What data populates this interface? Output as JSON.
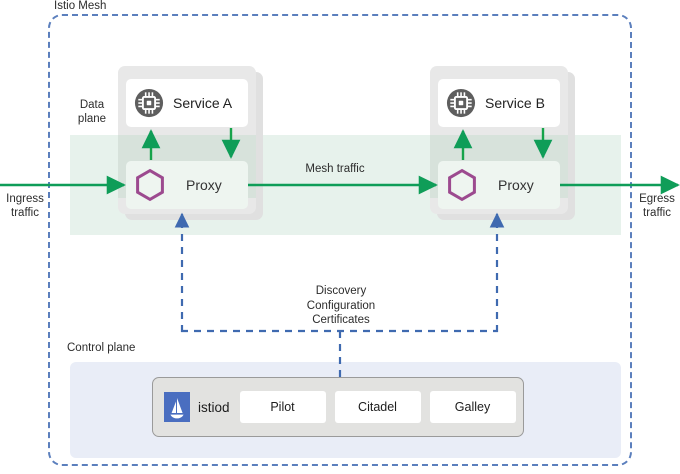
{
  "diagram": {
    "title": "Istio Mesh",
    "mesh_label": "Istio Mesh",
    "data_plane_label": "Data plane",
    "control_plane_label": "Control plane",
    "colors": {
      "mesh_border": "#5b7fbd",
      "data_plane_band": "#e7f2ec",
      "control_plane_band": "#e9edf7",
      "traffic_arrow": "#16a34a",
      "traffic_arrow_dark": "#0f9d58",
      "control_arrow": "#3f6ab0",
      "proxy_hexagon": "#9c4a8f",
      "service_icon_circle": "#5e5e5e",
      "pod_background": "#e8e8e8",
      "istiod_logo": "#4a6ec0"
    }
  },
  "traffic": {
    "ingress_label": "Ingress\ntraffic",
    "ingress_line1": "Ingress",
    "ingress_line2": "traffic",
    "egress_line1": "Egress",
    "egress_line2": "traffic",
    "mesh_traffic_label": "Mesh traffic"
  },
  "control_flow": {
    "line1": "Discovery",
    "line2": "Configuration",
    "line3": "Certificates"
  },
  "pods": [
    {
      "id": "pod-a",
      "service_name": "Service A",
      "proxy_name": "Proxy",
      "service_icon": "microchip-icon",
      "proxy_icon": "hexagon-icon"
    },
    {
      "id": "pod-b",
      "service_name": "Service B",
      "proxy_name": "Proxy",
      "service_icon": "microchip-icon",
      "proxy_icon": "hexagon-icon"
    }
  ],
  "control_plane": {
    "istiod_name": "istiod",
    "istiod_icon": "istio-sail-icon",
    "components": [
      {
        "label": "Pilot"
      },
      {
        "label": "Citadel"
      },
      {
        "label": "Galley"
      }
    ]
  }
}
